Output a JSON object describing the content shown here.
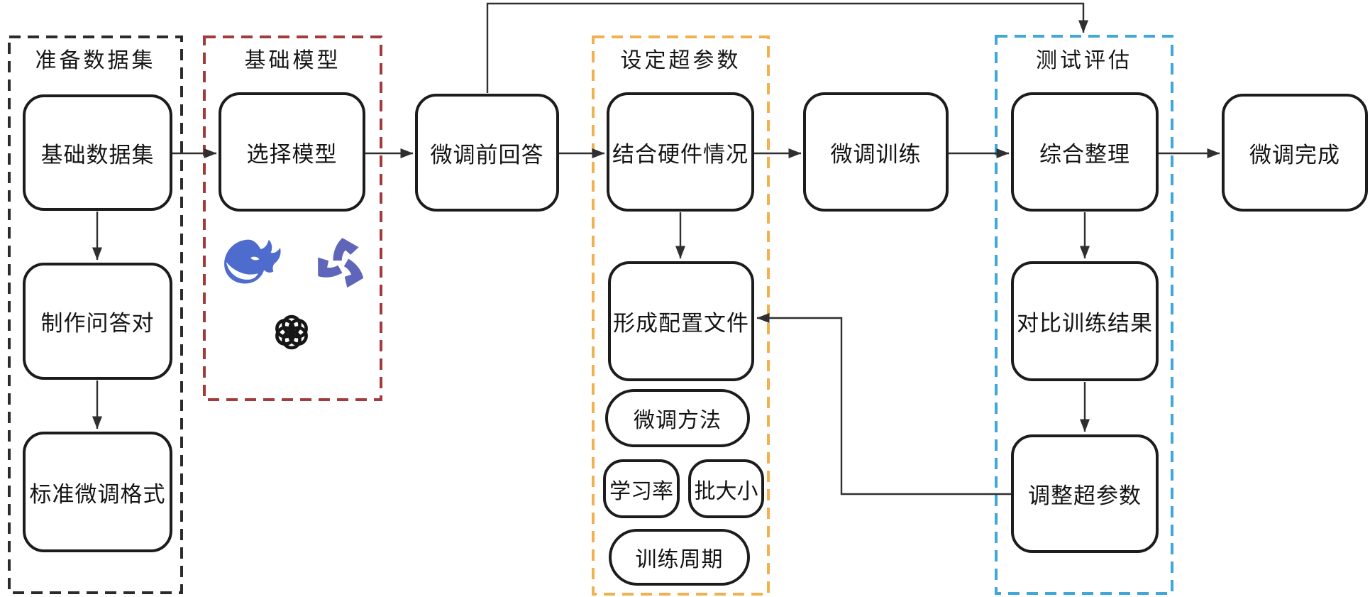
{
  "diagram": {
    "title_hint": "LLM fine-tuning workflow flowchart",
    "colors": {
      "background": "#ffffff",
      "node_border": "#1c1c1c",
      "arrow": "#2f2f2f",
      "group_prepare": "#2b2b2b",
      "group_base_model": "#a33b3b",
      "group_hyperparams": "#f2b14f",
      "group_test_eval": "#3fa7da",
      "deepseek_blue": "#4e6bce",
      "chatglm_indigo": "#5f65b8",
      "openai_black": "#161616"
    },
    "groups": {
      "prepare_dataset": {
        "title": "准备数据集"
      },
      "base_model": {
        "title": "基础模型"
      },
      "set_hyperparams": {
        "title": "设定超参数"
      },
      "test_eval": {
        "title": "测试评估"
      }
    },
    "nodes": {
      "base_dataset": "基础数据集",
      "make_qa_pairs": "制作问答对",
      "standard_format": "标准微调格式",
      "select_model": "选择模型",
      "pre_finetune_answer": "微调前回答",
      "hardware_condition": "结合硬件情况",
      "config_file": "形成配置文件",
      "finetune_method": "微调方法",
      "learning_rate": "学习率",
      "batch_size": "批大小",
      "train_epochs": "训练周期",
      "finetune_training": "微调训练",
      "summary": "综合整理",
      "compare_results": "对比训练结果",
      "adjust_hyperparams": "调整超参数",
      "finetune_done": "微调完成"
    },
    "icons": {
      "deepseek": "deepseek-whale-icon",
      "chatglm": "chatglm-trefoil-icon",
      "openai": "openai-knot-icon"
    }
  }
}
